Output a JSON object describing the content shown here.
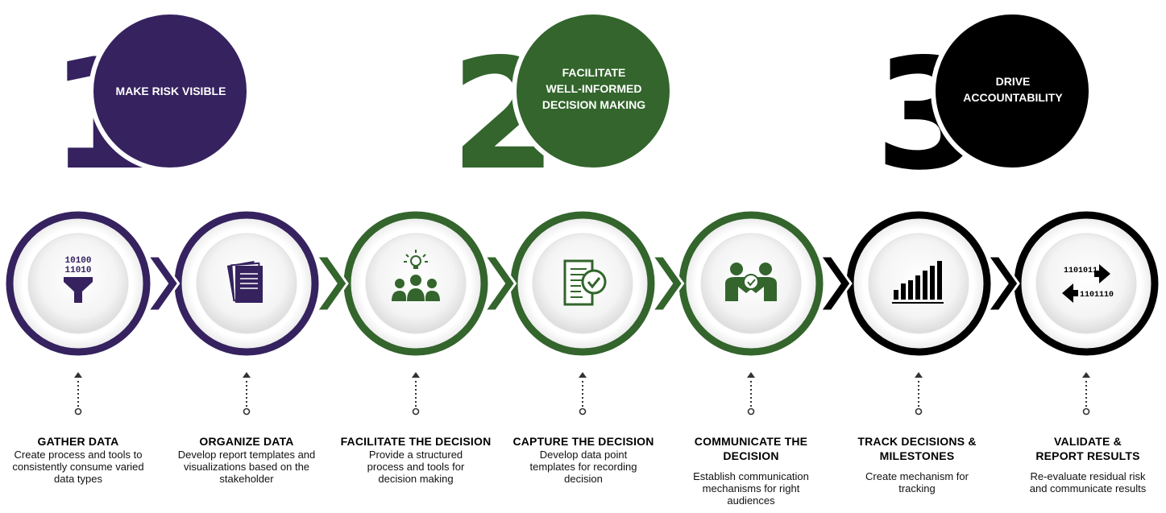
{
  "phases": [
    {
      "number": "1",
      "title": "MAKE RISK VISIBLE",
      "color": "#35225f"
    },
    {
      "number": "2",
      "title_lines": [
        "FACILITATE",
        "WELL-INFORMED",
        "DECISION MAKING"
      ],
      "color": "#33652c"
    },
    {
      "number": "3",
      "title_lines": [
        "DRIVE",
        "ACCOUNTABILITY"
      ],
      "color": "#000000"
    }
  ],
  "steps": [
    {
      "title": "GATHER DATA",
      "desc": "Create process and tools to consistently consume varied data types",
      "icon": "data-funnel-icon",
      "color": "#35225f"
    },
    {
      "title": "ORGANIZE DATA",
      "desc": "Develop report templates and visualizations based on the stakeholder",
      "icon": "report-documents-icon",
      "color": "#35225f"
    },
    {
      "title": "FACILITATE THE DECISION",
      "desc": "Provide a structured process and tools for decision making",
      "icon": "team-idea-icon",
      "color": "#33652c"
    },
    {
      "title": "CAPTURE THE DECISION",
      "desc": "Develop data point templates for recording decision",
      "icon": "document-check-icon",
      "color": "#33652c"
    },
    {
      "title": "COMMUNICATE THE DECISION",
      "desc": "Establish communication mechanisms for right audiences",
      "icon": "handshake-icon",
      "color": "#33652c"
    },
    {
      "title": "TRACK DECISIONS & MILESTONES",
      "desc": "Create mechanism for tracking",
      "icon": "bar-chart-icon",
      "color": "#000000"
    },
    {
      "title": "VALIDATE & REPORT RESULTS",
      "desc": "Re-evaluate residual risk and communicate results",
      "icon": "data-exchange-icon",
      "color": "#000000"
    }
  ],
  "icon_text": {
    "bits_top": "10100",
    "bits_mid": "11010",
    "bits_a": "1101011",
    "bits_b": "1101110"
  }
}
